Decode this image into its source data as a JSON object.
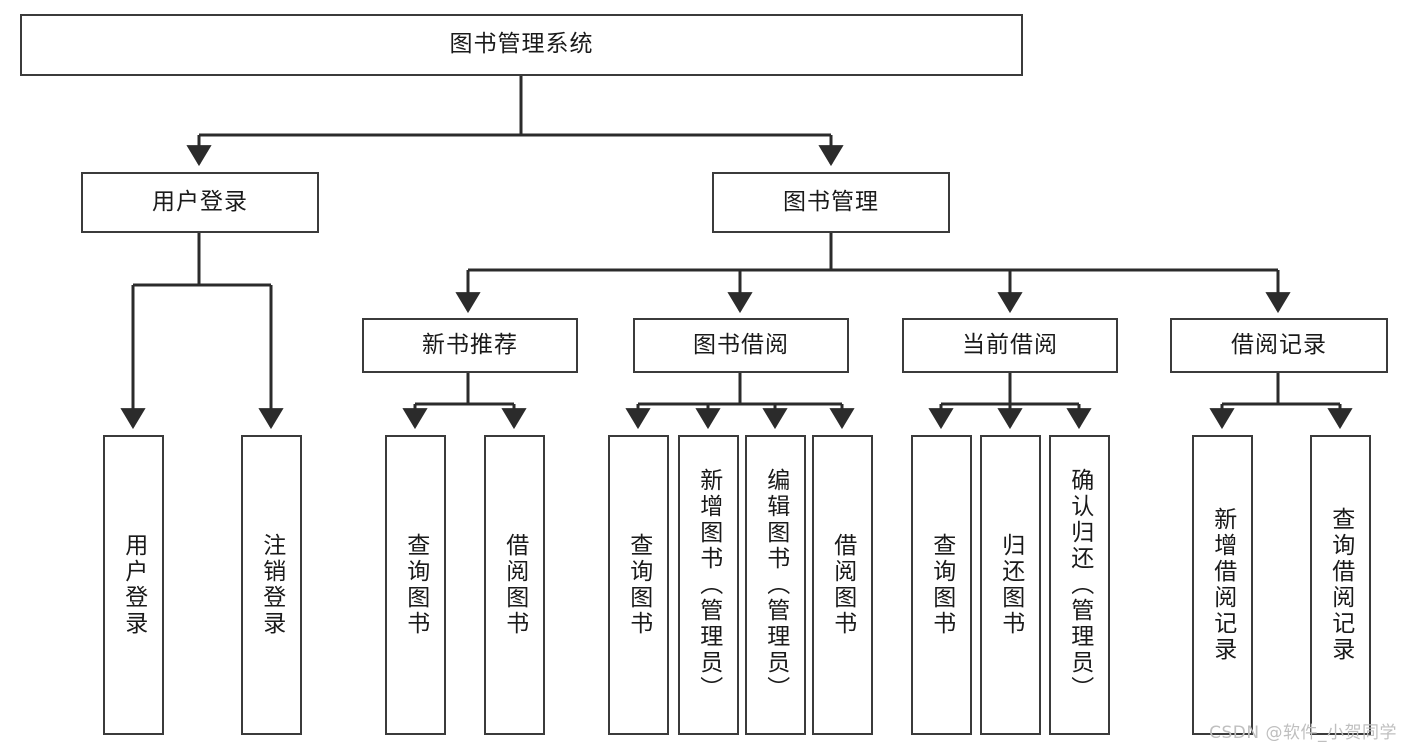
{
  "diagram": {
    "title": "图书管理系统",
    "type": "tree-hierarchy",
    "watermark": "CSDN @软件_小贺同学",
    "colors": {
      "box_border": "#3b3b3b",
      "box_fill": "#ffffff",
      "connector": "#2b2b2b",
      "text": "#1a1a1a",
      "watermark": "#bfbfbf"
    }
  },
  "nodes": {
    "root": {
      "label": "图书管理系统"
    },
    "level1": [
      {
        "id": "user-login",
        "label": "用户登录"
      },
      {
        "id": "book-manage",
        "label": "图书管理"
      }
    ],
    "level2": [
      {
        "id": "new-book-recommend",
        "label": "新书推荐"
      },
      {
        "id": "book-borrow",
        "label": "图书借阅"
      },
      {
        "id": "current-borrow",
        "label": "当前借阅"
      },
      {
        "id": "borrow-record",
        "label": "借阅记录"
      }
    ],
    "leaves": {
      "user_login": [
        {
          "id": "leaf-user-login",
          "label": "用户登录"
        },
        {
          "id": "leaf-logout-login",
          "label": "注销登录"
        }
      ],
      "new_book_recommend": [
        {
          "id": "leaf-query-book-1",
          "label": "查询图书"
        },
        {
          "id": "leaf-borrow-book-1",
          "label": "借阅图书"
        }
      ],
      "book_borrow": [
        {
          "id": "leaf-query-book-2",
          "label": "查询图书"
        },
        {
          "id": "leaf-add-book",
          "label": "新增图书（管理员）"
        },
        {
          "id": "leaf-edit-book",
          "label": "编辑图书（管理员）"
        },
        {
          "id": "leaf-borrow-book-2",
          "label": "借阅图书"
        }
      ],
      "current_borrow": [
        {
          "id": "leaf-query-book-3",
          "label": "查询图书"
        },
        {
          "id": "leaf-return-book",
          "label": "归还图书"
        },
        {
          "id": "leaf-confirm-return",
          "label": "确认归还（管理员）"
        }
      ],
      "borrow_record": [
        {
          "id": "leaf-add-record",
          "label": "新增借阅记录"
        },
        {
          "id": "leaf-query-record",
          "label": "查询借阅记录"
        }
      ]
    }
  }
}
